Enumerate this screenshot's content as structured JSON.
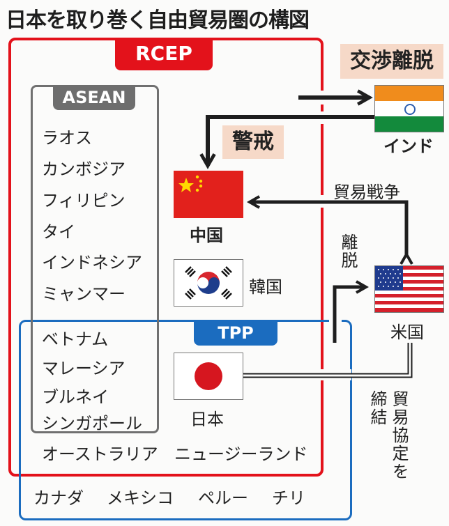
{
  "title": "日本を取り巻く自由貿易圏の構図",
  "groups": {
    "rcep": {
      "label": "RCEP",
      "color": "#e3121b"
    },
    "asean": {
      "label": "ASEAN",
      "color": "#6e6e6e"
    },
    "tpp": {
      "label": "TPP",
      "color": "#1b6cbf"
    }
  },
  "asean_members": [
    "ラオス",
    "カンボジア",
    "フィリピン",
    "タイ",
    "インドネシア",
    "ミャンマー",
    "ベトナム",
    "マレーシア",
    "ブルネイ",
    "シンガポール"
  ],
  "rcep_other_members": [
    "オーストラリア",
    "ニュージーランド"
  ],
  "tpp_only_members": [
    "カナダ",
    "メキシコ",
    "ペルー",
    "チリ"
  ],
  "countries": {
    "china": "中国",
    "korea": "韓国",
    "japan": "日本",
    "india": "インド",
    "usa": "米国"
  },
  "annotations": {
    "india_exit": "交渉離脱",
    "caution": "警戒",
    "trade_war": "貿易戦争",
    "us_exit": "離脱",
    "trade_agreement": "貿易協定を",
    "trade_agreement_2": "締結"
  },
  "colors": {
    "tag_bg": "#f6d9c8",
    "arrow": "#1e1e1e"
  }
}
